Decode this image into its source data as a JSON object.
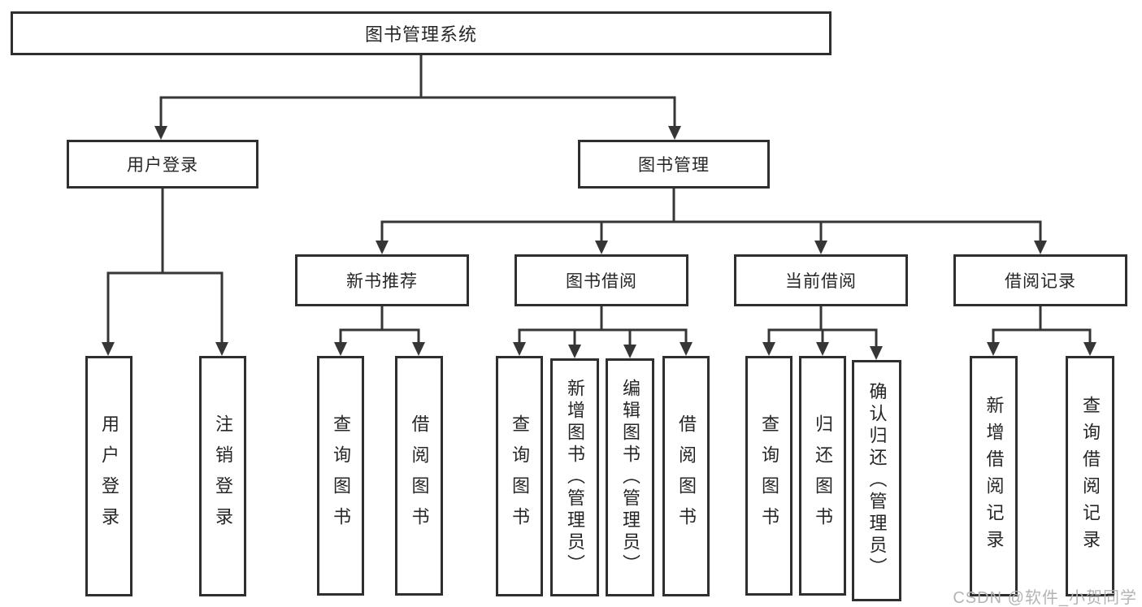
{
  "tree": {
    "label": "图书管理系统",
    "children": [
      {
        "label": "用户登录",
        "children": [
          {
            "label": "用户登录"
          },
          {
            "label": "注销登录"
          }
        ]
      },
      {
        "label": "图书管理",
        "children": [
          {
            "label": "新书推荐",
            "children": [
              {
                "label": "查询图书"
              },
              {
                "label": "借阅图书"
              }
            ]
          },
          {
            "label": "图书借阅",
            "children": [
              {
                "label": "查询图书"
              },
              {
                "label": "新增图书（管理员）"
              },
              {
                "label": "编辑图书（管理员）"
              },
              {
                "label": "借阅图书"
              }
            ]
          },
          {
            "label": "当前借阅",
            "children": [
              {
                "label": "查询图书"
              },
              {
                "label": "归还图书"
              },
              {
                "label": "确认归还（管理员）"
              }
            ]
          },
          {
            "label": "借阅记录",
            "children": [
              {
                "label": "新增借阅记录"
              },
              {
                "label": "查询借阅记录"
              }
            ]
          }
        ]
      }
    ]
  },
  "watermark": {
    "text": "CSDN @软件_小贺同学"
  },
  "colors": {
    "line": "#363636",
    "border": "#2f2f2f",
    "text": "#262626",
    "watermark": "#b4b4b4",
    "background": "#ffffff"
  }
}
